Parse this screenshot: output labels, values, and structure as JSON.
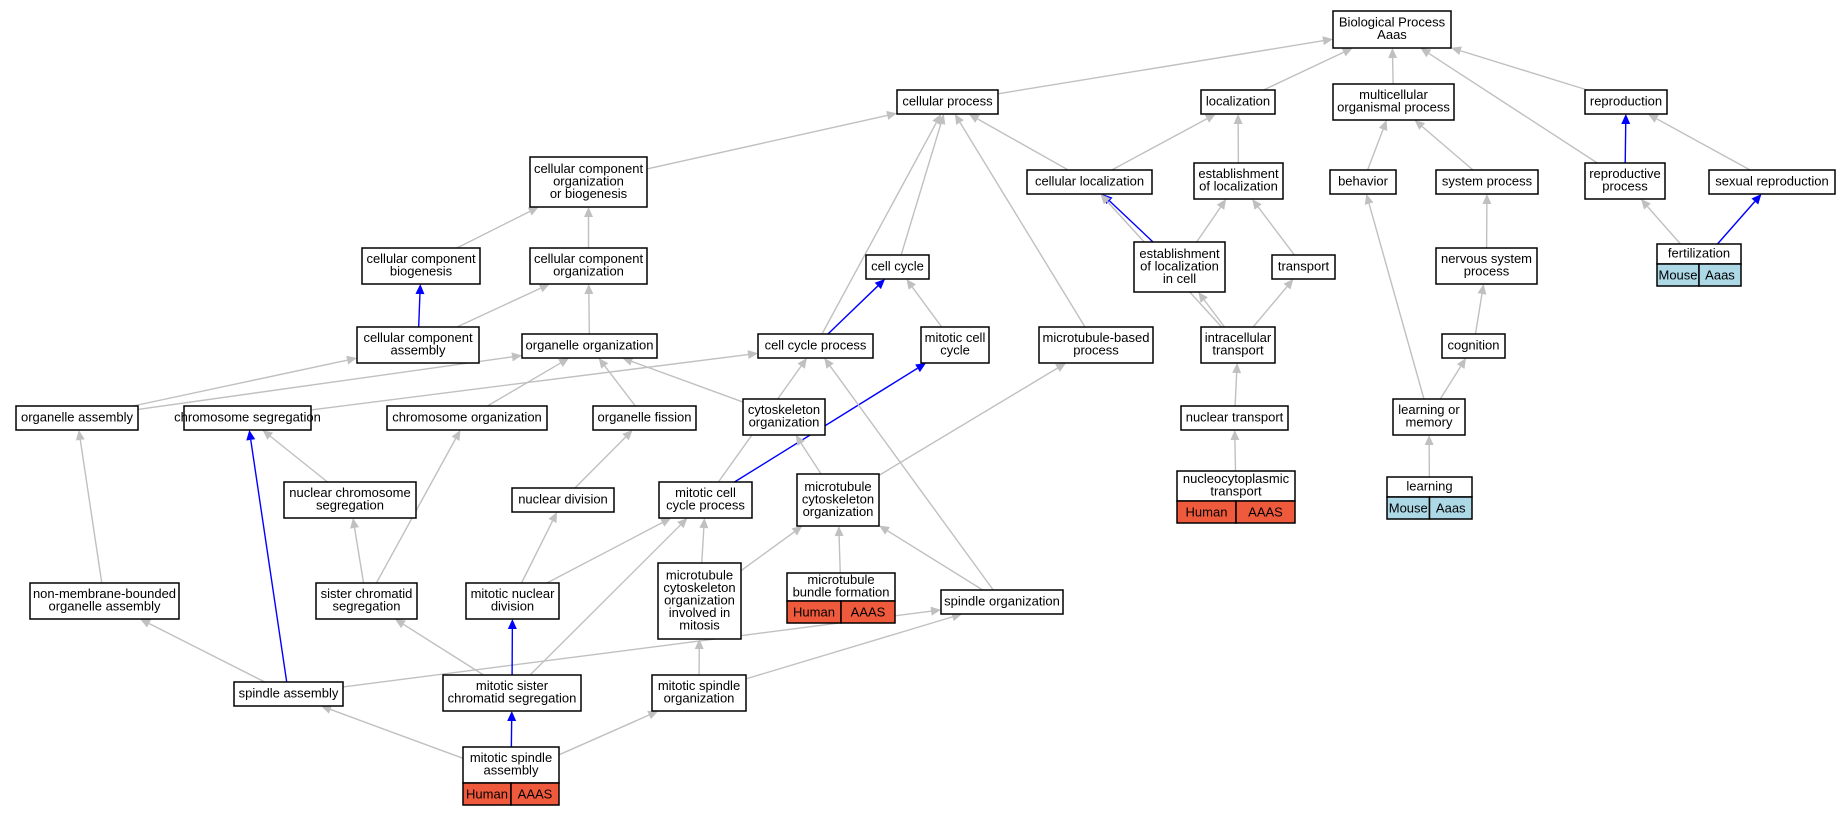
{
  "colors": {
    "edge_default": "#c0c0c0",
    "edge_highlight": "#0000ff",
    "human_tag": "#f05a3c",
    "mouse_tag": "#add8e6"
  },
  "nodes": {
    "bp": [
      "Biological Process",
      "Aaas"
    ],
    "cp": [
      "cellular process"
    ],
    "loc": [
      "localization"
    ],
    "mop": [
      "multicellular",
      "organismal process"
    ],
    "rep": [
      "reproduction"
    ],
    "ccob": [
      "cellular component",
      "organization",
      "or biogenesis"
    ],
    "cl": [
      "cellular localization"
    ],
    "eol": [
      "establishment",
      "of localization"
    ],
    "beh": [
      "behavior"
    ],
    "sp": [
      "system process"
    ],
    "rp": [
      "reproductive",
      "process"
    ],
    "sr": [
      "sexual reproduction"
    ],
    "ccb": [
      "cellular component",
      "biogenesis"
    ],
    "cco": [
      "cellular component",
      "organization"
    ],
    "cc": [
      "cell cycle"
    ],
    "eolc": [
      "establishment",
      "of localization",
      "in cell"
    ],
    "tr": [
      "transport"
    ],
    "nsp": [
      "nervous system",
      "process"
    ],
    "fert": [
      "fertilization"
    ],
    "cca": [
      "cellular component",
      "assembly"
    ],
    "oo": [
      "organelle organization"
    ],
    "ccp": [
      "cell cycle process"
    ],
    "mcc": [
      "mitotic cell",
      "cycle"
    ],
    "mbp": [
      "microtubule-based",
      "process"
    ],
    "it": [
      "intracellular",
      "transport"
    ],
    "cog": [
      "cognition"
    ],
    "oa": [
      "organelle assembly"
    ],
    "cs": [
      "chromosome segregation"
    ],
    "co": [
      "chromosome organization"
    ],
    "of": [
      "organelle fission"
    ],
    "cyo": [
      "cytoskeleton",
      "organization"
    ],
    "nt": [
      "nuclear transport"
    ],
    "lm": [
      "learning or",
      "memory"
    ],
    "ncs": [
      "nuclear chromosome",
      "segregation"
    ],
    "nd": [
      "nuclear division"
    ],
    "mccp": [
      "mitotic cell",
      "cycle process"
    ],
    "mco": [
      "microtubule",
      "cytoskeleton",
      "organization"
    ],
    "nct": [
      "nucleocytoplasmic",
      "transport"
    ],
    "lrn": [
      "learning"
    ],
    "nmboa": [
      "non-membrane-bounded",
      "organelle assembly"
    ],
    "scs": [
      "sister chromatid",
      "segregation"
    ],
    "mnd": [
      "mitotic nuclear",
      "division"
    ],
    "mcoim": [
      "microtubule",
      "cytoskeleton",
      "organization",
      "involved in",
      "mitosis"
    ],
    "mbf": [
      "microtubule",
      "bundle formation"
    ],
    "so": [
      "spindle organization"
    ],
    "sa": [
      "spindle assembly"
    ],
    "mscs": [
      "mitotic sister",
      "chromatid segregation"
    ],
    "mso": [
      "mitotic spindle",
      "organization"
    ],
    "msa": [
      "mitotic spindle",
      "assembly"
    ]
  },
  "tags": {
    "fert": [
      "Mouse",
      "Aaas"
    ],
    "lrn": [
      "Mouse",
      "Aaas"
    ],
    "nct": [
      "Human",
      "AAAS"
    ],
    "mbf": [
      "Human",
      "AAAS"
    ],
    "msa": [
      "Human",
      "AAAS"
    ]
  },
  "edges": [
    {
      "from": "cp",
      "to": "bp",
      "highlight": false
    },
    {
      "from": "loc",
      "to": "bp",
      "highlight": false
    },
    {
      "from": "mop",
      "to": "bp",
      "highlight": false
    },
    {
      "from": "rep",
      "to": "bp",
      "highlight": false
    },
    {
      "from": "rp",
      "to": "bp",
      "highlight": false
    },
    {
      "from": "ccob",
      "to": "cp",
      "highlight": false
    },
    {
      "from": "cl",
      "to": "cp",
      "highlight": false
    },
    {
      "from": "cl",
      "to": "loc",
      "highlight": false
    },
    {
      "from": "eol",
      "to": "loc",
      "highlight": false
    },
    {
      "from": "beh",
      "to": "mop",
      "highlight": false
    },
    {
      "from": "sp",
      "to": "mop",
      "highlight": false
    },
    {
      "from": "rp",
      "to": "rep",
      "highlight": true
    },
    {
      "from": "sr",
      "to": "rep",
      "highlight": false
    },
    {
      "from": "ccb",
      "to": "ccob",
      "highlight": false
    },
    {
      "from": "cco",
      "to": "ccob",
      "highlight": false
    },
    {
      "from": "cc",
      "to": "cp",
      "highlight": false
    },
    {
      "from": "ccp",
      "to": "cp",
      "highlight": false
    },
    {
      "from": "mbp",
      "to": "cp",
      "highlight": false
    },
    {
      "from": "eolc",
      "to": "cl",
      "highlight": true
    },
    {
      "from": "eolc",
      "to": "eol",
      "highlight": false
    },
    {
      "from": "tr",
      "to": "eol",
      "highlight": false
    },
    {
      "from": "nsp",
      "to": "sp",
      "highlight": false
    },
    {
      "from": "fert",
      "to": "rp",
      "highlight": false
    },
    {
      "from": "fert",
      "to": "sr",
      "highlight": true
    },
    {
      "from": "cca",
      "to": "ccb",
      "highlight": true
    },
    {
      "from": "cca",
      "to": "cco",
      "highlight": false
    },
    {
      "from": "oo",
      "to": "cco",
      "highlight": false
    },
    {
      "from": "ccp",
      "to": "cc",
      "highlight": true
    },
    {
      "from": "mcc",
      "to": "cc",
      "highlight": false
    },
    {
      "from": "it",
      "to": "cl",
      "highlight": false
    },
    {
      "from": "it",
      "to": "eolc",
      "highlight": false
    },
    {
      "from": "it",
      "to": "tr",
      "highlight": false
    },
    {
      "from": "cog",
      "to": "nsp",
      "highlight": false
    },
    {
      "from": "oa",
      "to": "cca",
      "highlight": false
    },
    {
      "from": "oa",
      "to": "oo",
      "highlight": false
    },
    {
      "from": "cs",
      "to": "ccp",
      "highlight": false
    },
    {
      "from": "co",
      "to": "oo",
      "highlight": false
    },
    {
      "from": "of",
      "to": "oo",
      "highlight": false
    },
    {
      "from": "cyo",
      "to": "oo",
      "highlight": false
    },
    {
      "from": "nt",
      "to": "it",
      "highlight": false
    },
    {
      "from": "lm",
      "to": "cog",
      "highlight": false
    },
    {
      "from": "lm",
      "to": "beh",
      "highlight": false
    },
    {
      "from": "ncs",
      "to": "cs",
      "highlight": false
    },
    {
      "from": "nd",
      "to": "of",
      "highlight": false
    },
    {
      "from": "mccp",
      "to": "ccp",
      "highlight": false
    },
    {
      "from": "mccp",
      "to": "mcc",
      "highlight": true
    },
    {
      "from": "mco",
      "to": "cyo",
      "highlight": false
    },
    {
      "from": "mco",
      "to": "mbp",
      "highlight": false
    },
    {
      "from": "nct",
      "to": "nt",
      "highlight": false
    },
    {
      "from": "lrn",
      "to": "lm",
      "highlight": false
    },
    {
      "from": "nmboa",
      "to": "oa",
      "highlight": false
    },
    {
      "from": "scs",
      "to": "ncs",
      "highlight": false
    },
    {
      "from": "scs",
      "to": "co",
      "highlight": false
    },
    {
      "from": "mnd",
      "to": "nd",
      "highlight": false
    },
    {
      "from": "mnd",
      "to": "mccp",
      "highlight": false
    },
    {
      "from": "mcoim",
      "to": "mco",
      "highlight": false
    },
    {
      "from": "mcoim",
      "to": "mccp",
      "highlight": false
    },
    {
      "from": "mbf",
      "to": "mco",
      "highlight": false
    },
    {
      "from": "so",
      "to": "mco",
      "highlight": false
    },
    {
      "from": "so",
      "to": "ccp",
      "highlight": false
    },
    {
      "from": "sa",
      "to": "nmboa",
      "highlight": false
    },
    {
      "from": "sa",
      "to": "cs",
      "highlight": true
    },
    {
      "from": "sa",
      "to": "so",
      "highlight": false
    },
    {
      "from": "mscs",
      "to": "scs",
      "highlight": false
    },
    {
      "from": "mscs",
      "to": "mnd",
      "highlight": true
    },
    {
      "from": "mscs",
      "to": "mccp",
      "highlight": false
    },
    {
      "from": "mso",
      "to": "mcoim",
      "highlight": false
    },
    {
      "from": "mso",
      "to": "so",
      "highlight": false
    },
    {
      "from": "msa",
      "to": "mscs",
      "highlight": true
    },
    {
      "from": "msa",
      "to": "sa",
      "highlight": false
    },
    {
      "from": "msa",
      "to": "mso",
      "highlight": false
    }
  ]
}
